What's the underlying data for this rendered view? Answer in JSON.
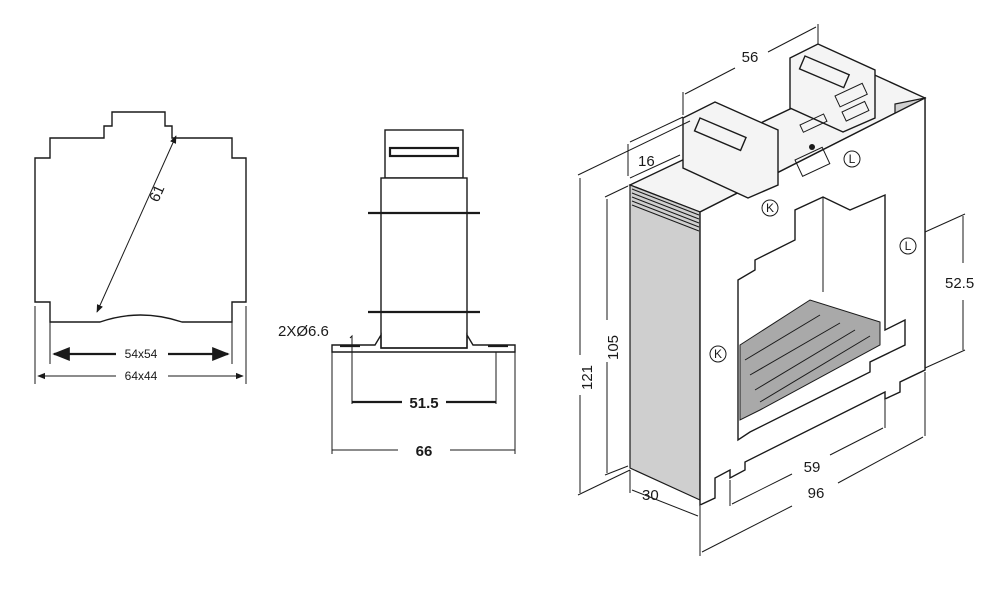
{
  "front_view": {
    "diagonal": "61",
    "inner_dim": "54x54",
    "outer_dim": "64x44"
  },
  "side_view": {
    "hole_spec": "2XØ6.6",
    "hole_spacing": "51.5",
    "base_width": "66"
  },
  "iso_view": {
    "top_width": "56",
    "top_height": "16",
    "total_height": "121",
    "frame_height": "105",
    "window_height": "52.5",
    "window_width": "59",
    "total_width": "96",
    "depth": "30",
    "terminal_k": "K",
    "terminal_l": "L"
  }
}
